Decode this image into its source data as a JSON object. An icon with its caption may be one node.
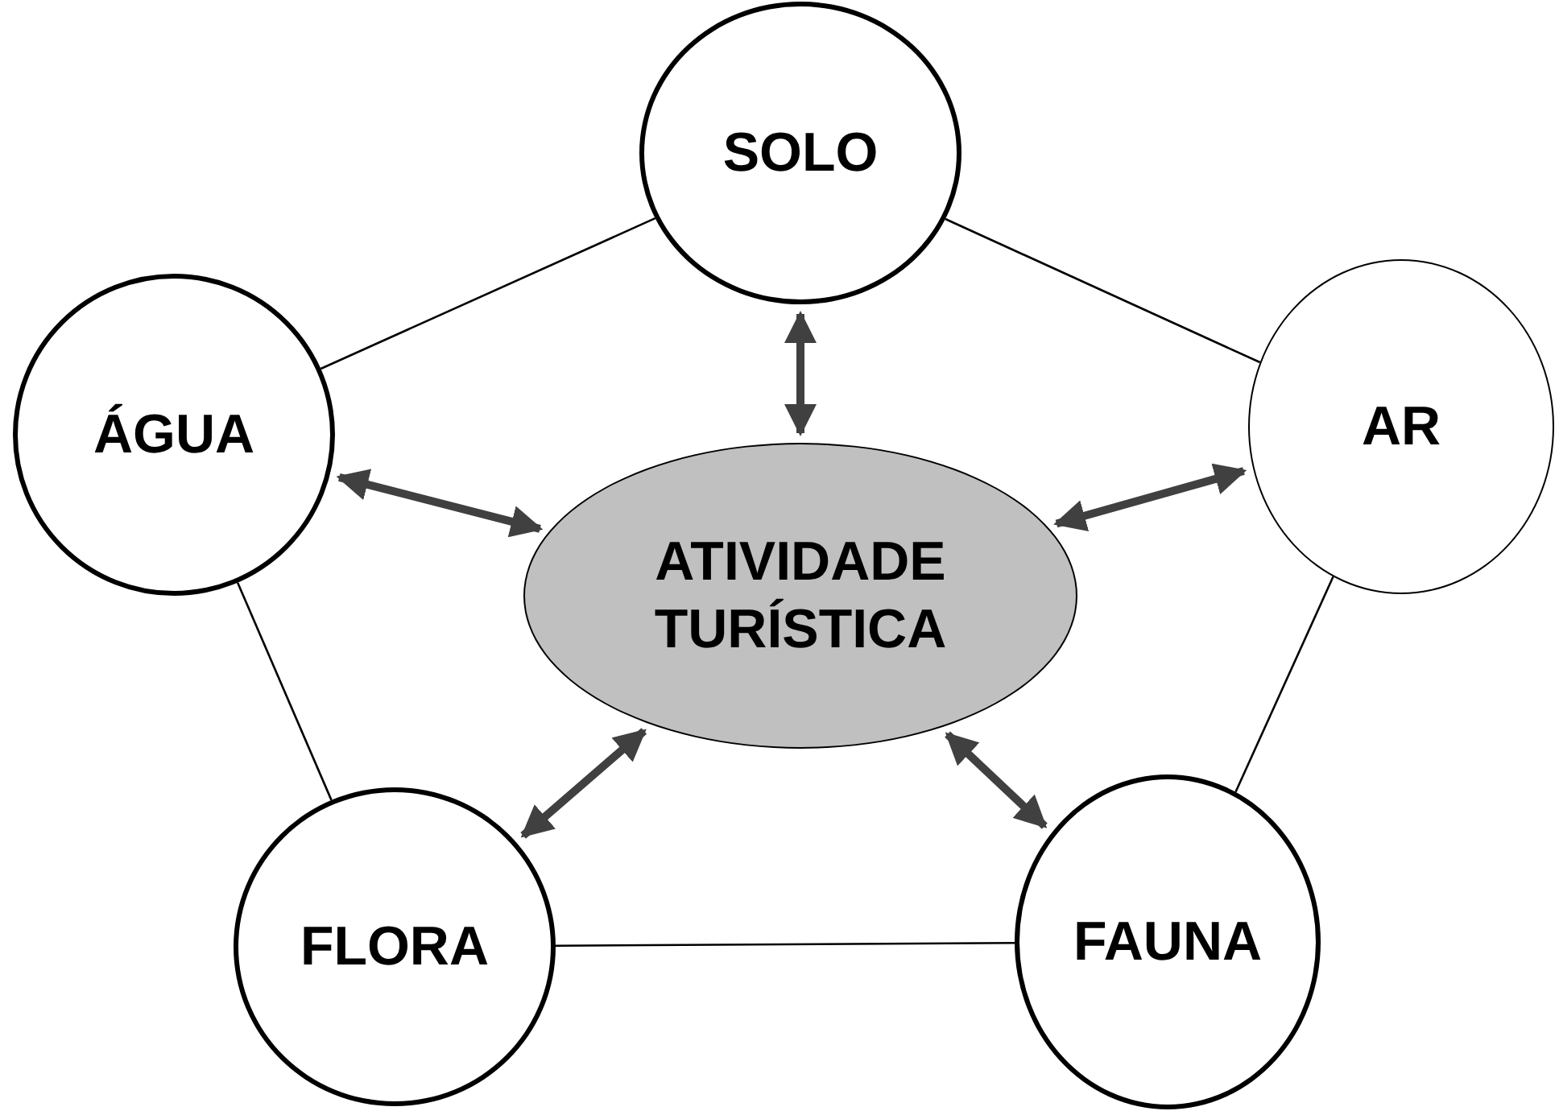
{
  "diagram": {
    "nodes": [
      {
        "text": [
          "SOLO"
        ]
      },
      {
        "text": [
          "ÁGUA"
        ]
      },
      {
        "text": [
          "ATIVIDADE TURÍSTICA"
        ]
      },
      {
        "text": [
          "AR"
        ]
      },
      {
        "text": [
          "FLORA"
        ]
      },
      {
        "text": [
          "FAUNA"
        ]
      }
    ],
    "edges": [
      {
        "from": 2,
        "to": 0,
        "arrow": "both",
        "style": "thick",
        "color": "#404040"
      },
      {
        "from": 2,
        "to": 1,
        "arrow": "both",
        "style": "thick",
        "color": "#404040"
      },
      {
        "from": 2,
        "to": 3,
        "arrow": "both",
        "style": "thick",
        "color": "#404040"
      },
      {
        "from": 2,
        "to": 4,
        "arrow": "both",
        "style": "thick",
        "color": "#404040"
      },
      {
        "from": 2,
        "to": 5,
        "arrow": "both",
        "style": "thick",
        "color": "#404040"
      },
      {
        "from": 0,
        "to": 1,
        "arrow": "none"
      },
      {
        "from": 0,
        "to": 3,
        "arrow": "none"
      },
      {
        "from": 1,
        "to": 4,
        "arrow": "none"
      },
      {
        "from": 4,
        "to": 5,
        "arrow": "none"
      },
      {
        "from": 5,
        "to": 3,
        "arrow": "none"
      }
    ]
  }
}
